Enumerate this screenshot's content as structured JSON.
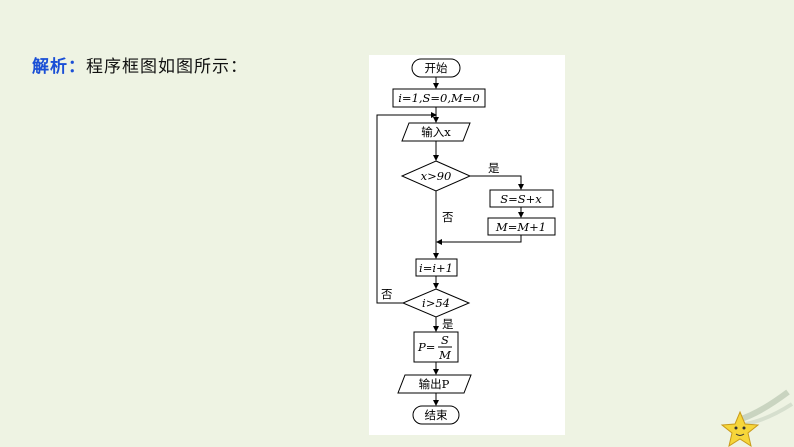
{
  "heading": {
    "label": "解析：",
    "text": "程序框图如图所示："
  },
  "flowchart": {
    "start": "开始",
    "init": "i=1,S=0,M=0",
    "input": "输入x",
    "cond1": "x>90",
    "yes1": "是",
    "no1": "否",
    "step_s": "S=S+x",
    "step_m": "M=M+1",
    "step_i": "i=i+1",
    "cond2": "i>54",
    "no2": "否",
    "yes2": "是",
    "compute_p_left": "P=",
    "compute_p_num": "S",
    "compute_p_den": "M",
    "output": "输出P",
    "end": "结束"
  },
  "icons": {
    "decoration": "star-icon"
  },
  "colors": {
    "background": "#eef3e3",
    "accent": "#1a4fd6",
    "star": "#f6d63a"
  }
}
